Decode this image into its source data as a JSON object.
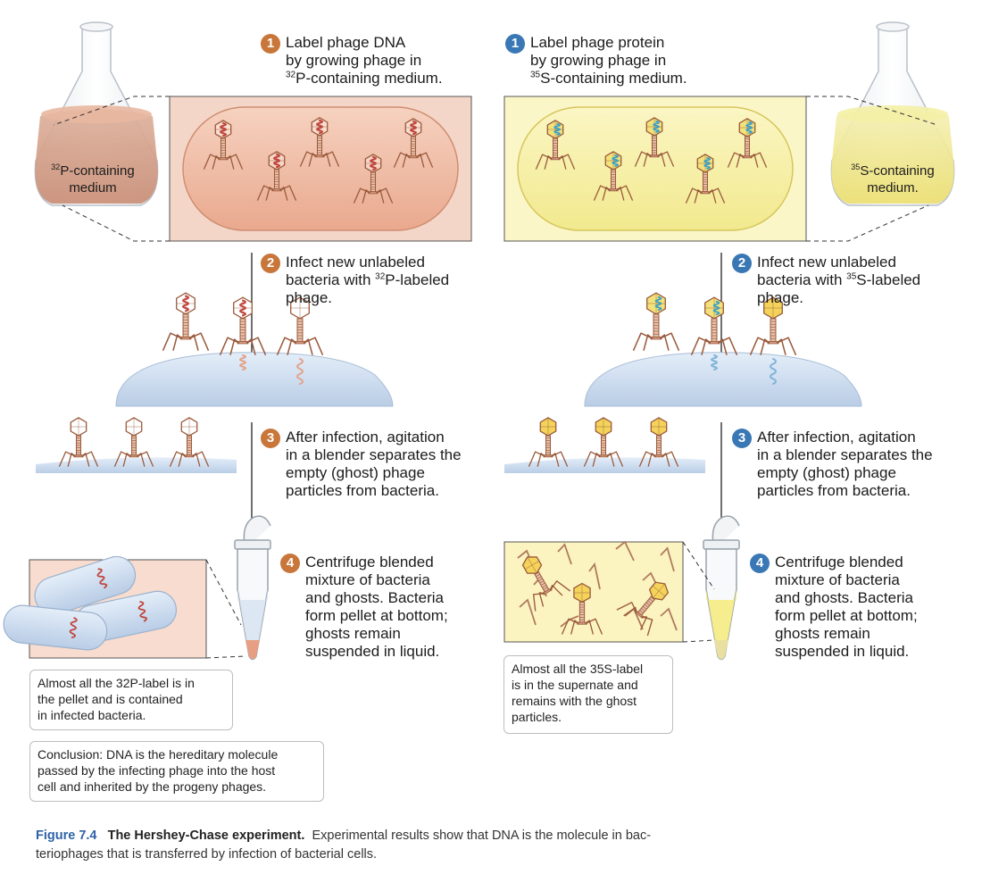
{
  "colors": {
    "dna_accent": "#c8763a",
    "protein_accent": "#3a78b5",
    "caption_accent": "#2f63a8",
    "dna_medium": "#e8b7a0",
    "protein_medium": "#f4f0a6"
  },
  "left": {
    "medium_label": {
      "prefix": "32",
      "line1_rest": "P-containing",
      "line2": "medium"
    },
    "steps": [
      {
        "num": "1",
        "lines": [
          "Label phage DNA",
          "by growing phage in"
        ],
        "sup": "32",
        "line3_rest": "P-containing medium."
      },
      {
        "num": "2",
        "line1": "Infect new unlabeled",
        "line2_pre": "bacteria with ",
        "sup": "32",
        "line2_post": "P-labeled",
        "line3": "phage."
      },
      {
        "num": "3",
        "lines": [
          "After infection, agitation",
          "in a blender separates the",
          "empty (ghost) phage",
          "particles from  bacteria."
        ]
      },
      {
        "num": "4",
        "lines": [
          "Centrifuge blended",
          "mixture of bacteria",
          "and ghosts. Bacteria",
          "form pellet at bottom;",
          "ghosts remain",
          "suspended in liquid."
        ]
      }
    ],
    "result": [
      "Almost all the 32P-label is in",
      "the pellet and is contained",
      "in infected bacteria."
    ],
    "conclusion": [
      "Conclusion: DNA is the hereditary molecule",
      "passed by the infecting phage into the host",
      "cell and inherited by the progeny phages."
    ]
  },
  "right": {
    "medium_label": {
      "prefix": "35",
      "line1_rest": "S-containing",
      "line2": "medium."
    },
    "steps": [
      {
        "num": "1",
        "lines": [
          "Label phage protein",
          "by growing phage in"
        ],
        "sup": "35",
        "line3_rest": "S-containing medium."
      },
      {
        "num": "2",
        "line1": "Infect new unlabeled",
        "line2_pre": "bacteria with ",
        "sup": "35",
        "line2_post": "S-labeled",
        "line3": "phage."
      },
      {
        "num": "3",
        "lines": [
          "After infection, agitation",
          "in a blender separates the",
          "empty (ghost) phage",
          "particles from  bacteria."
        ]
      },
      {
        "num": "4",
        "lines": [
          "Centrifuge blended",
          "mixture of bacteria",
          "and ghosts. Bacteria",
          "form pellet at bottom;",
          "ghosts remain",
          "suspended in liquid."
        ]
      }
    ],
    "result": [
      "Almost all the 35S-label",
      "is in the supernate and",
      "remains with the ghost",
      "particles."
    ]
  },
  "caption": {
    "number": "Figure 7.4",
    "title": "The Hershey-Chase experiment.",
    "line1_rest": "Experimental results show that DNA is the molecule in bac-",
    "line2": "teriophages that is transferred by infection of bacterial cells."
  }
}
